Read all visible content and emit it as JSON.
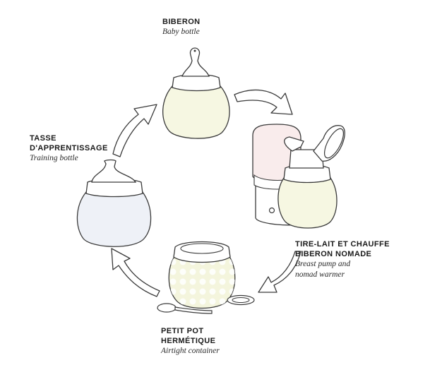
{
  "labels": {
    "baby_bottle": {
      "title": "BIBERON",
      "subtitle": "Baby bottle"
    },
    "breast_pump": {
      "title_line1": "TIRE-LAIT ET CHAUFFE",
      "title_line2": "BIBERON NOMADE",
      "subtitle_line1": "Breast pump and",
      "subtitle_line2": "nomad warmer"
    },
    "airtight_container": {
      "title_line1": "PETIT POT",
      "title_line2": "HERMÉTIQUE",
      "subtitle": "Airtight container"
    },
    "training_bottle": {
      "title_line1": "TASSE",
      "title_line2": "D'APPRENTISSAGE",
      "subtitle": "Training bottle"
    }
  },
  "colors": {
    "outline": "#3a3a3a",
    "bottle_fill": "#f6f7e2",
    "pump_fill": "#f6f7e2",
    "warmer_fill": "#f9ecec",
    "cup_fill": "#eef1f7",
    "container_fill": "#f4f5dd",
    "arrow_fill": "#ffffff"
  }
}
